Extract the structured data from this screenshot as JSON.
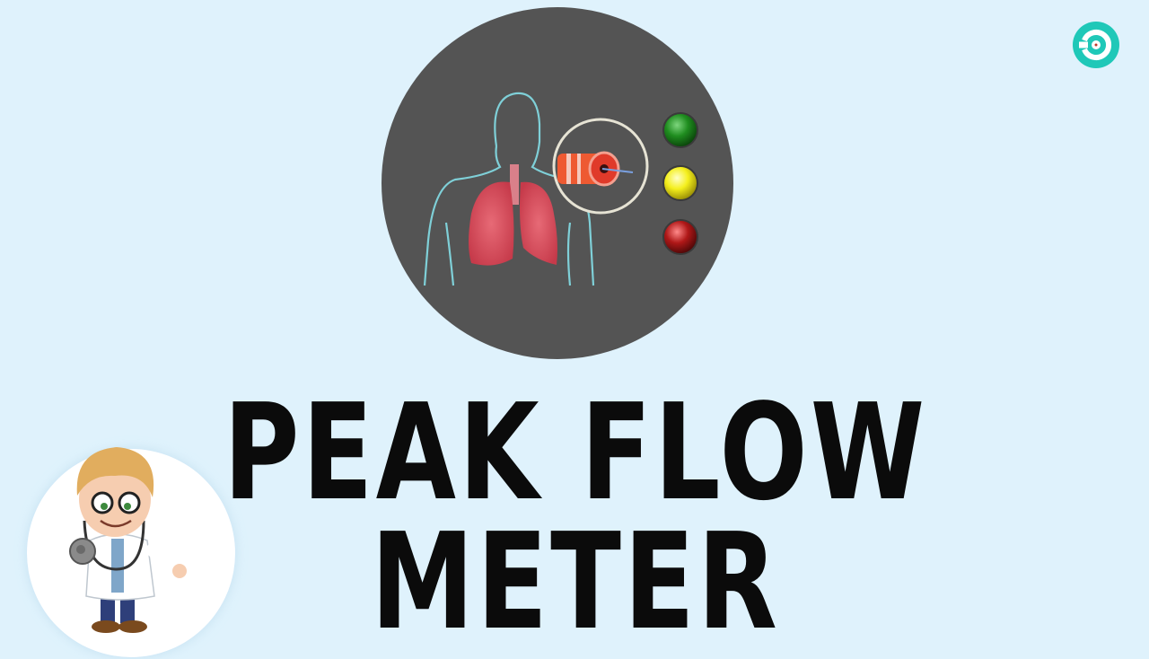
{
  "title": {
    "line1": "PEAK FLOW",
    "line2": "METER"
  },
  "logo": {
    "icon": "channel-logo-icon",
    "color": "#1fc8b8"
  },
  "illustration": {
    "background_color": "#545454",
    "elements": [
      "human-torso-outline",
      "lungs",
      "bronchus-magnifier",
      "traffic-lights"
    ],
    "traffic_lights": [
      {
        "name": "green",
        "color": "#1d8a1d"
      },
      {
        "name": "yellow",
        "color": "#f2ee20"
      },
      {
        "name": "red",
        "color": "#a41414"
      }
    ]
  },
  "mascot": {
    "icon": "doctor-boy-stethoscope-icon"
  }
}
